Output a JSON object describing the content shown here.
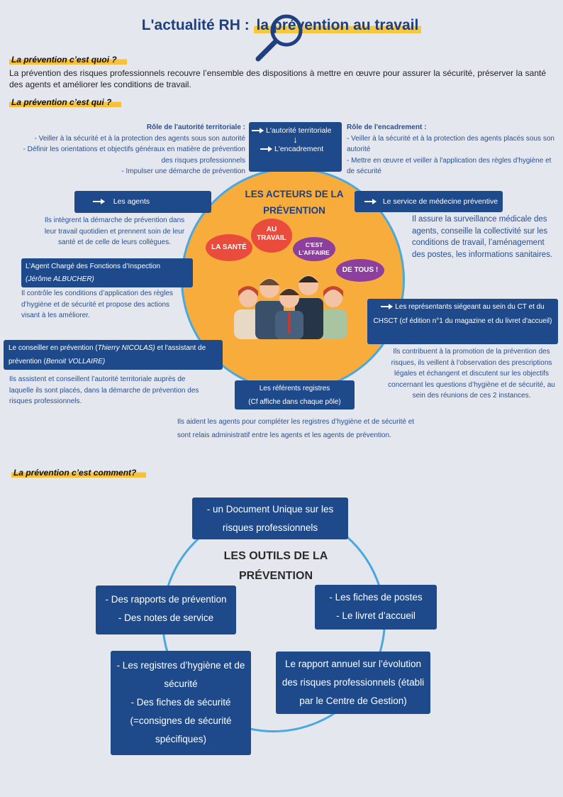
{
  "header": {
    "title_prefix": "L'actualité RH : ",
    "title_highlight": "la prévention au travail"
  },
  "sections": {
    "quoi": "La prévention c’est quoi ?",
    "qui": "La prévention c’est qui ?",
    "comment": "La prévention c’est comment?"
  },
  "intro": "La prévention des risques professionnels recouvre l’ensemble des dispositions à mettre en œuvre pour assurer la sécurité, préserver la santé des agents et améliorer les conditions de travail.",
  "actors": {
    "center_title": "LES ACTEURS DE LA PRÉVENTION",
    "bubbles": [
      "LA SANTÉ",
      "AU TRAVAIL",
      "C'EST L'AFFAIRE",
      "DE TOUS !"
    ],
    "autorite_box_top": "L'autorité territoriale",
    "autorite_box_bottom": "L'encadrement",
    "role_autorite_title": "Rôle de l'autorité territoriale :",
    "role_autorite_lines": [
      "- Veiller à la sécurité et à la protection des agents sous son autorité",
      "- Définir les orientations et objectifs généraux en matière de prévention des risques professionnels",
      "- Impulser une démarche de prévention"
    ],
    "role_encadrement_title": "Rôle de l'encadrement :",
    "role_encadrement_lines": [
      "- Veiller à la sécurité et à la protection des agents placés sous son autorité",
      "- Mettre en œuvre et veiller à l'application des règles d'hygiène et de sécurité"
    ],
    "agents_label": "Les agents",
    "agents_text": "Ils intègrent la démarche de prévention dans leur travail quotidien et prennent soin de leur santé et de celle de leurs collègues.",
    "medecine_label": "Le service de médecine préventive",
    "medecine_text": "Il assure la surveillance médicale des agents, conseille la collectivité sur les conditions de travail, l’aménagement des postes, les informations sanitaires.",
    "acfi_label": "L’Agent Chargé des Fonctions d’Inspection",
    "acfi_name": "(Jérôme ALBUCHER)",
    "acfi_text": "Il contrôle les conditions d’application des règles d’hygiène et de sécurité et propose des actions visant à les améliorer.",
    "representants_label": "Les représentants siégeant au sein du CT et du CHSCT (cf édition n°1 du magazine et du livret d'accueil)",
    "representants_text": "Ils contribuent à la promotion de la prévention des risques, ils veillent à l’observation des prescriptions légales et échangent et discutent sur les objectifs concernant les questions d’hygiène et de sécurité, au sein des réunions de ces 2 instances.",
    "conseiller_label_a": "Le conseiller en prévention (",
    "conseiller_name_a": "Thierry NICOLAS)",
    "conseiller_label_b": " et l'assistant de prévention (",
    "conseiller_name_b": "Benoit VOLLAIRE)",
    "conseiller_text": "Ils assistent et conseillent l’autorité territoriale auprès de laquelle ils sont placés, dans la démarche de prévention des risques professionnels.",
    "referents_label_1": "Les référents registres",
    "referents_label_2": "(Cf affiche dans chaque pôle)",
    "referents_text_1": "Ils aident les agents pour compléter les registres d’hygiène et de sécurité et",
    "referents_text_2": "sont relais administratif entre les agents et les agents de prévention."
  },
  "tools": {
    "center_title": "LES OUTILS DE LA PRÉVENTION",
    "du": "- un Document Unique sur les risques professionnels",
    "rapports": [
      "- Des rapports de prévention",
      "- Des notes de service"
    ],
    "fiches": [
      "- Les fiches de postes",
      "- Le livret d’accueil"
    ],
    "registres": [
      "- Les registres d’hygiène et de sécurité",
      "- Des fiches de sécurité (=consignes de sécurité spécifiques)"
    ],
    "rapport_annuel": "Le rapport annuel sur l’évolution des risques professionnels (établi par le Centre de Gestion)"
  },
  "colors": {
    "navy": "#1e4a8c",
    "orange": "#f7ac3c",
    "blue_ring": "#4aa8e0",
    "yellow": "#f7c23a",
    "red_bubble": "#e94b3c",
    "purple_bubble": "#8c3f9c"
  },
  "icons": [
    "magnifier-icon",
    "arrow-right-icon",
    "arrow-down-icon"
  ]
}
